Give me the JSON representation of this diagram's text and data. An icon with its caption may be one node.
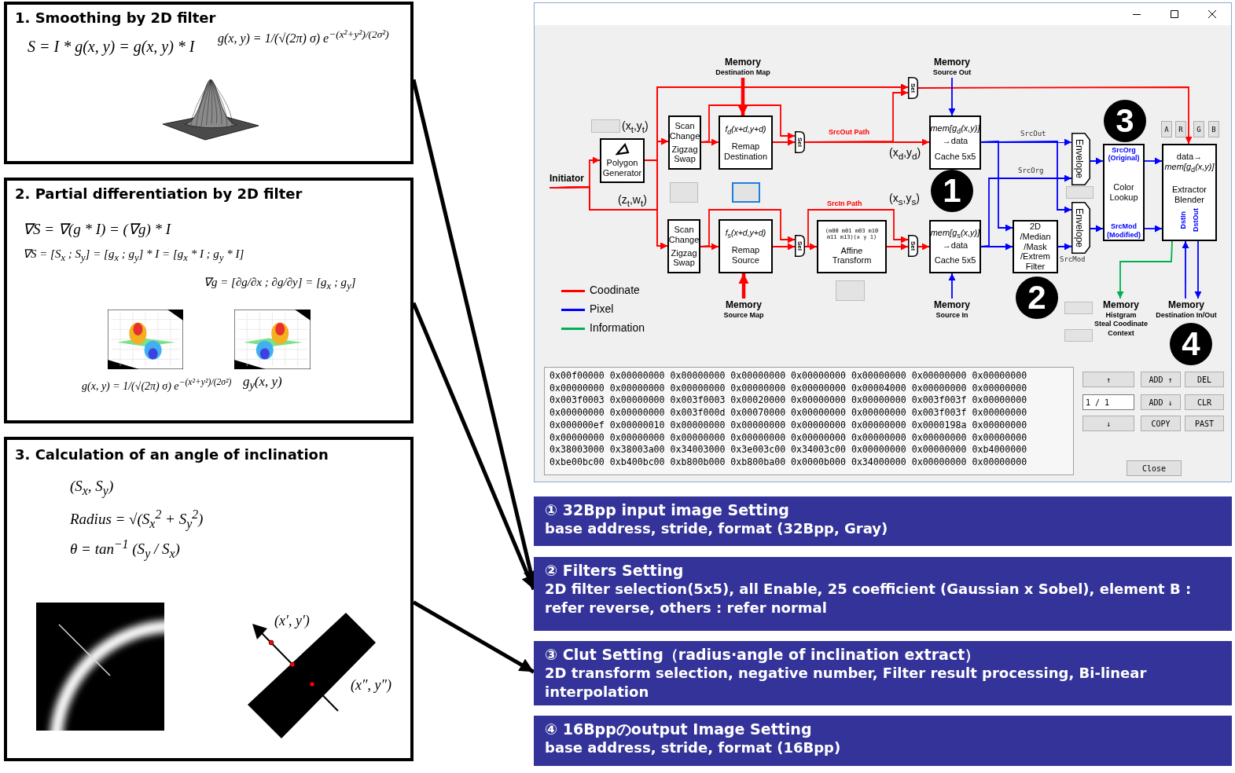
{
  "diagram": {
    "nodes": [
      {
        "text": [
          "1. Smoothing by 2D filter",
          "S = I * g(x, y) = g(x, y) * I",
          "g(x, y) = 1/(√(2π) σ) e$^{−(x²+y²)/(2σ²)}$"
        ]
      },
      {
        "text": [
          "2. Partial differentiation by 2D filter",
          "∇S = ∇(g * I) = (∇g) * I",
          "∇S = [S$_{x}$ ; S$_{y}$] = [g$_{x}$ ; g$_{y}$] * I = [g$_{x}$ * I ; g$_{y}$ * I]",
          "∇g = [∂g/∂x ; ∂g/∂y] = [g$_{x}$ ; g$_{y}$]",
          "g(x, y) = 1/(√(2π) σ) e$^{−(x²+y²)/(2σ²)}$",
          "g$_{y}$(x, y)"
        ]
      },
      {
        "text": [
          "3. Calculation of an angle of inclination",
          "(S$_{x}$, S$_{y}$)",
          "Radius = √(S$_{x}$$^{2}$ + S$_{y}$$^{2}$)",
          "θ = tan$^{−1}$ (S$_{y}$ / S$_{x}$)",
          "(x′, y′)",
          "(x″, y″)"
        ]
      },
      {
        "text": [],
        "shape": "box"
      },
      {
        "text": [
          "Memory",
          "Destination Map"
        ],
        "in": 3
      },
      {
        "text": [
          "Memory",
          "Source Out"
        ],
        "in": 3
      },
      {
        "text": [
          "Initiator"
        ],
        "in": 3
      },
      {
        "text": [
          "Polygon Generator"
        ],
        "in": 3
      },
      {
        "text": [
          "Scan Change",
          "Zigzag Swap"
        ],
        "in": 3
      },
      {
        "text": [
          "f$_{d}$(x+d,y+d)",
          "Remap Destination"
        ],
        "in": 3
      },
      {
        "text": [
          "Sel"
        ],
        "in": 3
      },
      {
        "text": [
          "Sel"
        ],
        "in": 3
      },
      {
        "text": [
          "*mem[g*$_{d}$*(x,y)]* →data",
          "Cache 5x5"
        ],
        "in": 3
      },
      {
        "text": [
          "Envelope"
        ],
        "in": 3
      },
      {
        "text": [
          "3"
        ],
        "in": 3
      },
      {
        "text": [
          "SrcOrg (Original)",
          "Color Lookup",
          "SrcMod (Modified)"
        ],
        "in": 3
      },
      {
        "text": [
          "A"
        ],
        "in": 3
      },
      {
        "text": [
          "R"
        ],
        "in": 3
      },
      {
        "text": [
          "G"
        ],
        "in": 3
      },
      {
        "text": [
          "B"
        ],
        "in": 3
      },
      {
        "text": [
          "data→ *mem[g*$_{d}$*(x,y)]*",
          "Extractor Blender",
          "DstIn",
          "DstOut"
        ],
        "in": 3
      },
      {
        "text": [
          "1"
        ],
        "in": 3
      },
      {
        "text": [
          "Scan Change",
          "Zigzag Swap"
        ],
        "in": 3
      },
      {
        "text": [
          "f$_{s}$(x+d,y+d)",
          "Remap Source"
        ],
        "in": 3
      },
      {
        "text": [
          "Sel"
        ],
        "in": 3
      },
      {
        "text": [
          "(m00 m01 m03 m10 m11 m13)(x y 1)",
          "Affine Transform"
        ],
        "in": 3
      },
      {
        "text": [
          "Sel"
        ],
        "in": 3
      },
      {
        "text": [
          "*mem[g*$_{s}$*(x,y)]* →data",
          "Cache 5x5"
        ],
        "in": 3
      },
      {
        "text": [
          "2D /Median /Mask /Extrem Filter"
        ],
        "in": 3
      },
      {
        "text": [
          "Envelope"
        ],
        "in": 3
      },
      {
        "text": [
          "2"
        ],
        "in": 3
      },
      {
        "text": [
          "Memory",
          "Source Map"
        ],
        "in": 3
      },
      {
        "text": [
          "Memory",
          "Source In"
        ],
        "in": 3
      },
      {
        "text": [
          "Memory",
          "Histgram",
          "Steal Coodinate",
          "Context"
        ],
        "in": 3
      },
      {
        "text": [
          "Memory",
          "Destination In/Out"
        ],
        "in": 3
      },
      {
        "text": [
          "4"
        ],
        "in": 3
      },
      {
        "text": [
          "0x00f00000 0x00000000 0x00000000 0x00000000 0x00000000 0x00000000 0x00000000 0x00000000",
          "0x00000000 0x00000000 0x00000000 0x00000000 0x00000000 0x00004000 0x00000000 0x00000000",
          "0x003f0003 0x00000000 0x003f0003 0x00020000 0x00000000 0x00000000 0x003f003f 0x00000000",
          "0x00000000 0x00000000 0x003f000d 0x00070000 0x00000000 0x00000000 0x003f003f 0x00000000",
          "0x000000ef 0x00000010 0x00000000 0x00000000 0x00000000 0x00000000 0x0000198a 0x00000000",
          "0x00000000 0x00000000 0x00000000 0x00000000 0x00000000 0x00000000 0x00000000 0x00000000",
          "0x38003000 0x38003a00 0x34003000 0x3e003c00 0x34003c00 0x00000000 0x00000000 0xb4000000",
          "0xbe00bc00 0xb400bc00 0xb800b000 0xb800ba00 0x0000b000 0x34000000 0x00000000 0x00000000"
        ],
        "in": 3
      },
      {
        "text": [
          "↑"
        ],
        "in": 3
      },
      {
        "text": [
          "ADD ↑"
        ],
        "in": 3
      },
      {
        "text": [
          "DEL"
        ],
        "in": 3
      },
      {
        "text": [
          "1 / 1"
        ],
        "in": 3
      },
      {
        "text": [
          "ADD ↓"
        ],
        "in": 3
      },
      {
        "text": [
          "CLR"
        ],
        "in": 3
      },
      {
        "text": [
          "↓"
        ],
        "in": 3
      },
      {
        "text": [
          "COPY"
        ],
        "in": 3
      },
      {
        "text": [
          "PAST"
        ],
        "in": 3
      },
      {
        "text": [
          "Close"
        ],
        "in": 3
      },
      {
        "text": [
          "① 32Bpp input image Setting",
          "base address, stride, format (32Bpp, Gray)"
        ]
      },
      {
        "text": [
          "② Filters Setting",
          "2D filter selection(5x5), all Enable, 25 coefficient (Gaussian x Sobel), element B : refer reverse, others : refer normal"
        ]
      },
      {
        "text": [
          "③ Clut Setting（radius·angle of inclination extract）",
          "2D transform selection, negative number, Filter result processing, Bi-linear interpolation"
        ]
      },
      {
        "text": [
          "④ 16Bppのoutput Image Setting",
          "base address, stride, format (16Bpp)"
        ]
      }
    ],
    "edges": [
      {
        "from": 6,
        "to": 7,
        "arrow": "to"
      },
      {
        "from": 7,
        "to": 8,
        "arrow": "to"
      },
      {
        "from": 7,
        "to": 22,
        "arrow": "to"
      },
      {
        "from": 7,
        "to": 11,
        "arrow": "to"
      },
      {
        "from": 6,
        "to": 8,
        "arrow": "to"
      },
      {
        "from": 6,
        "to": 22,
        "arrow": "to"
      },
      {
        "from": 6,
        "to": 11,
        "arrow": "to"
      },
      {
        "from": 8,
        "to": 9,
        "arrow": "to"
      },
      {
        "from": 8,
        "to": 10,
        "arrow": "to"
      },
      {
        "from": 9,
        "to": 10,
        "arrow": "to"
      },
      {
        "from": 10,
        "to": 12,
        "arrow": "to",
        "label": "SrcOut Path"
      },
      {
        "from": 10,
        "to": 11,
        "arrow": "to"
      },
      {
        "from": 11,
        "to": 20,
        "arrow": "to"
      },
      {
        "from": 4,
        "to": 9,
        "arrow": "to",
        "style": "thick"
      },
      {
        "from": 22,
        "to": 23,
        "arrow": "to"
      },
      {
        "from": 22,
        "to": 24,
        "arrow": "to"
      },
      {
        "from": 23,
        "to": 24,
        "arrow": "to"
      },
      {
        "from": 24,
        "to": 25,
        "arrow": "to"
      },
      {
        "from": 24,
        "to": 26,
        "arrow": "to",
        "label": "SrcIn Path"
      },
      {
        "from": 25,
        "to": 26,
        "arrow": "to"
      },
      {
        "from": 26,
        "to": 27,
        "arrow": "to"
      },
      {
        "from": 31,
        "to": 23,
        "arrow": "to",
        "style": "thick"
      },
      {
        "from": 5,
        "to": 12,
        "arrow": "to",
        "color": "#0000ff"
      },
      {
        "from": 32,
        "to": 27,
        "arrow": "to",
        "color": "#0000ff"
      },
      {
        "from": 12,
        "to": 13,
        "arrow": "to",
        "label": "SrcOut",
        "color": "#0000ff"
      },
      {
        "from": 12,
        "to": 29,
        "arrow": "to",
        "color": "#0000ff"
      },
      {
        "from": 12,
        "to": 28,
        "arrow": "to",
        "color": "#0000ff"
      },
      {
        "from": 27,
        "to": 13,
        "arrow": "to",
        "label": "SrcOrg",
        "color": "#0000ff"
      },
      {
        "from": 27,
        "to": 28,
        "arrow": "to",
        "color": "#0000ff"
      },
      {
        "from": 28,
        "to": 29,
        "arrow": "to",
        "label": "SrcMod",
        "color": "#0000ff"
      },
      {
        "from": 13,
        "to": 15,
        "arrow": "to",
        "color": "#0000ff"
      },
      {
        "from": 29,
        "to": 15,
        "arrow": "to",
        "color": "#0000ff"
      },
      {
        "from": 15,
        "to": 20,
        "arrow": "to",
        "color": "#0000ff"
      },
      {
        "from": 15,
        "to": 20,
        "arrow": "to",
        "color": "#0000ff"
      },
      {
        "from": 20,
        "to": 34,
        "arrow": "to",
        "color": "#0000ff"
      },
      {
        "from": 34,
        "to": 20,
        "arrow": "to",
        "color": "#0000ff"
      },
      {
        "from": 20,
        "to": 33,
        "arrow": "to",
        "color": "#00b050"
      },
      {
        "from": 0,
        "to": 48,
        "arrow": "to",
        "style": "thick",
        "color": "#000000"
      },
      {
        "from": 1,
        "to": 48,
        "arrow": "to",
        "style": "thick",
        "color": "#000000"
      },
      {
        "from": 2,
        "to": 49,
        "arrow": "to",
        "style": "thick",
        "color": "#000000"
      }
    ],
    "labels": [
      "(x$_{t}$,y$_{t}$)",
      "(z$_{t}$,w$_{t}$)",
      "(x$_{d}$,y$_{d}$)",
      "(x$_{s}$,y$_{s}$)"
    ],
    "legend": [
      {
        "text": "Coodinate",
        "color": "#ff0000"
      },
      {
        "text": "Pixel",
        "color": "#0000ff"
      },
      {
        "text": "Information",
        "color": "#00b050"
      }
    ]
  }
}
